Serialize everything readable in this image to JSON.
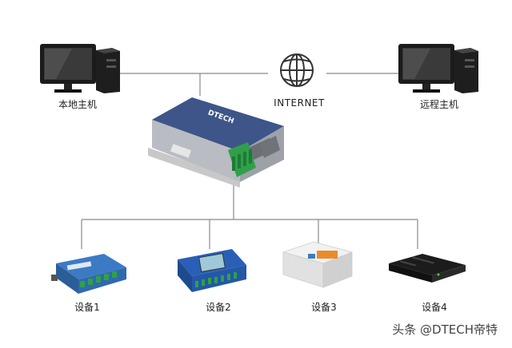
{
  "nodes": {
    "local_host": {
      "label": "本地主机"
    },
    "internet": {
      "label": "INTERNET"
    },
    "remote_host": {
      "label": "远程主机"
    },
    "gateway": {
      "brand": "DTECH"
    },
    "device1": {
      "label": "设备1"
    },
    "device2": {
      "label": "设备2"
    },
    "device3": {
      "label": "设备3"
    },
    "device4": {
      "label": "设备4"
    }
  },
  "watermark": "头条 @DTECH帝特",
  "colors": {
    "line": "#8a8a8a",
    "gateway_top": "#3d5588",
    "terminal_green": "#2fa04a",
    "monitor": "#1b1b1b",
    "device1": "#3b7bc4",
    "device2": "#2a5fb8",
    "device3": "#e8e8e8",
    "device4": "#1c1c1c"
  }
}
